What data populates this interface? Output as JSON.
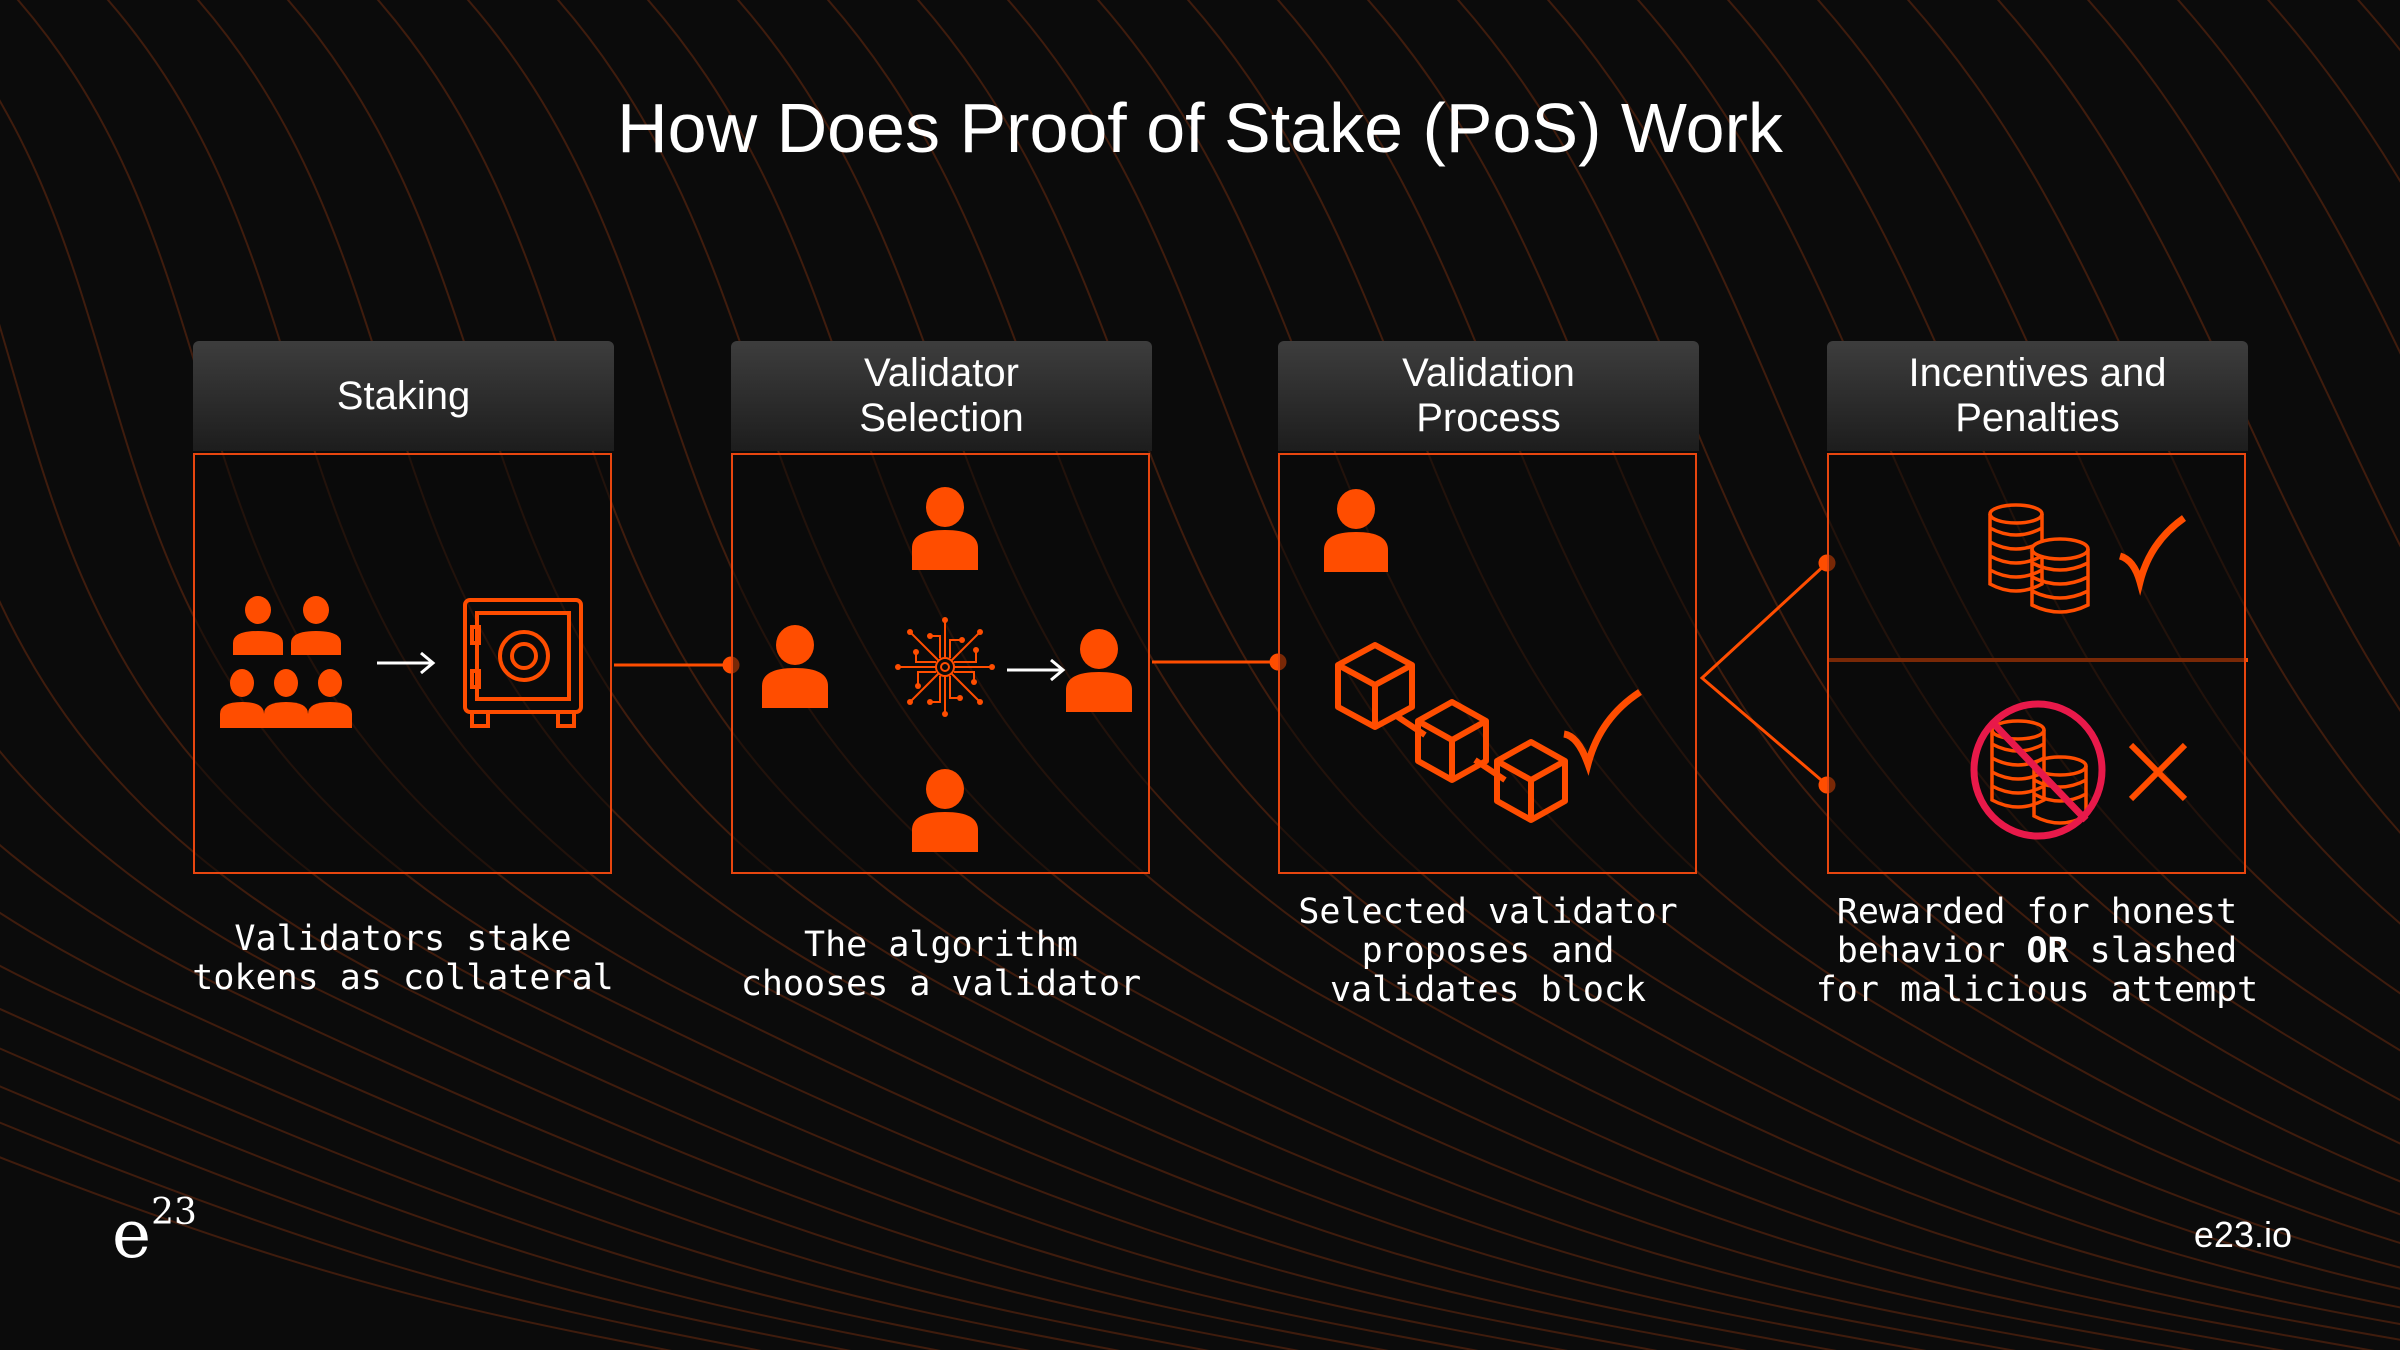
{
  "title": "How Does Proof of Stake (PoS) Work",
  "steps": [
    {
      "header": "Staking",
      "caption": "Validators stake\ntokens as collateral"
    },
    {
      "header": "Validator\nSelection",
      "caption": "The algorithm\nchooses a validator"
    },
    {
      "header": "Validation\nProcess",
      "caption": "Selected validator\nproposes and\nvalidates block"
    },
    {
      "header": "Incentives and\nPenalties",
      "caption_pre": "Rewarded for honest\nbehavior ",
      "caption_bold": "OR",
      "caption_post": " slashed\nfor malicious attempt"
    }
  ],
  "footer": {
    "logo": "e23",
    "logo_base": "e",
    "logo_sup": "23",
    "site": "e23.io"
  },
  "colors": {
    "accent": "#ff4d00",
    "line": "#e8460f",
    "penalty": "#e8194a",
    "background": "#0b0b0b"
  }
}
